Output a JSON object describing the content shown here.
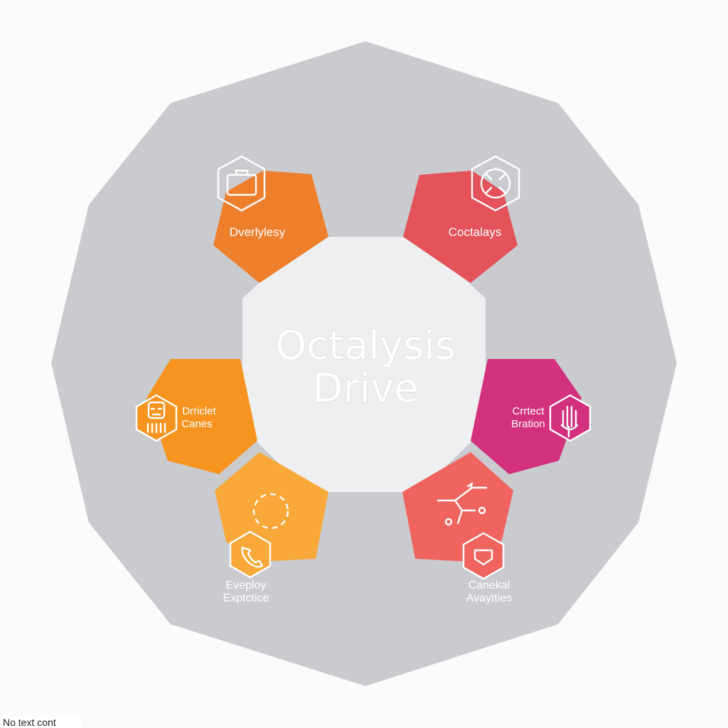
{
  "center": {
    "line1": "Octalysis",
    "line2": "Drive"
  },
  "segments": [
    {
      "lines": [
        "Dverlylesy"
      ],
      "icon": "briefcase-icon",
      "color": "#ee7f2d"
    },
    {
      "lines": [
        "Coctalays"
      ],
      "icon": "compass-icon",
      "color": "#e4525a"
    },
    {
      "lines": [
        "Drriclet",
        "Canes"
      ],
      "icon": "face-icon",
      "color": "#f7941f"
    },
    {
      "lines": [
        "Crrtect",
        "Bration"
      ],
      "icon": "hand-icon",
      "color": "#d3307d"
    },
    {
      "lines": [
        "Eveploy",
        "Exptctice"
      ],
      "icon": "phone-icon",
      "color": "#f8a93a"
    },
    {
      "lines": [
        "Canekal",
        "Avaytties"
      ],
      "icon": "network-icon",
      "color": "#f06460"
    }
  ],
  "footer": {
    "text": "No text cont"
  },
  "colors": {
    "outer_ring": "#cacbcf",
    "inner_hub": "#eeeff1",
    "background": "#fbfbfb"
  }
}
